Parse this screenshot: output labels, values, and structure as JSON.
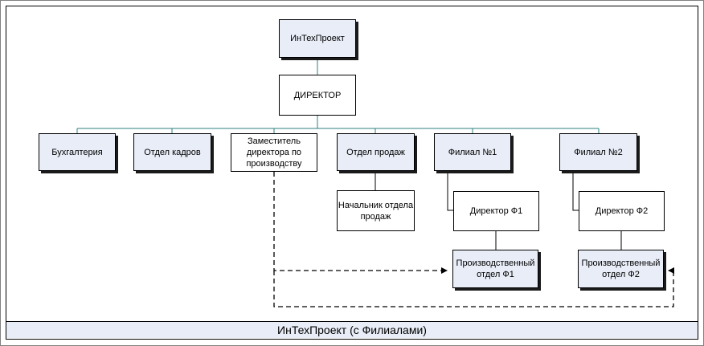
{
  "diagram": {
    "caption": "ИнТехПроект (с Филиалами)",
    "nodes": {
      "company": "ИнТехПроект",
      "director": "ДИРЕКТОР",
      "accounting": "Бухгалтерия",
      "hr": "Отдел кадров",
      "deputy": "Заместитель директора по производству",
      "sales": "Отдел продаж",
      "sales_head": "Начальник отдела продаж",
      "branch1": "Филиал №1",
      "branch2": "Филиал №2",
      "dir_f1": "Директор Ф1",
      "dir_f2": "Директор Ф2",
      "prod_f1": "Производственный отдел Ф1",
      "prod_f2": "Производственный отдел Ф2"
    },
    "colors": {
      "shaded_fill": "#e8edf7",
      "connector": "#2e7f7f",
      "branch_connector": "#000000",
      "dashed_link": "#000000"
    }
  }
}
